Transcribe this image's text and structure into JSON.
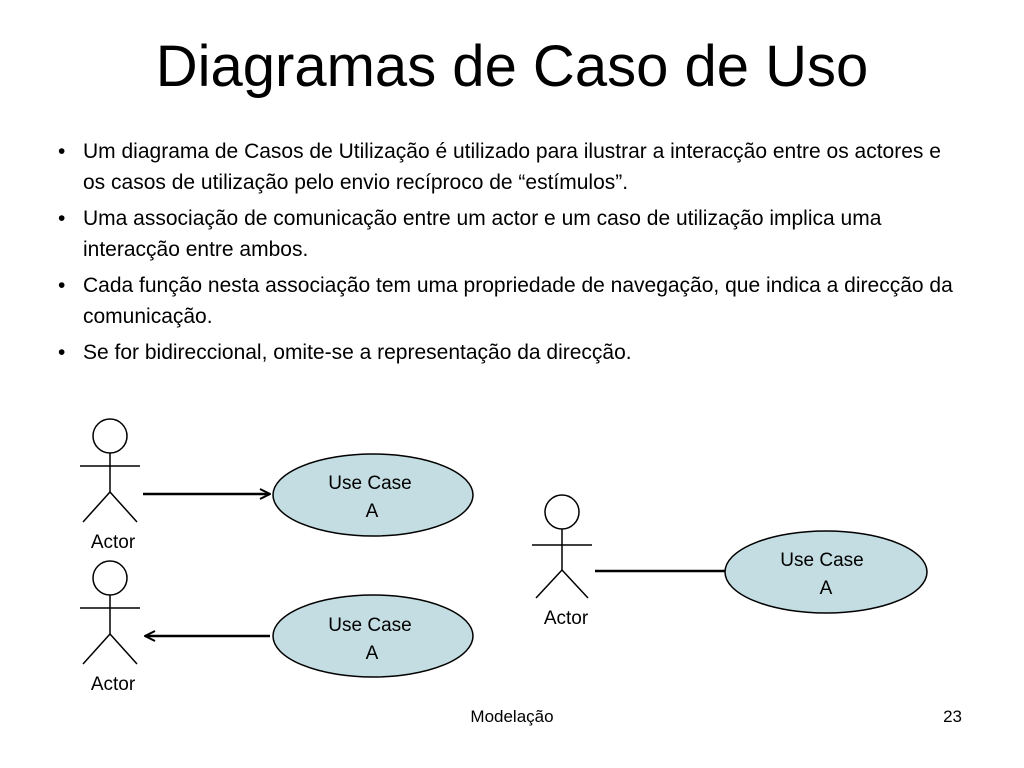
{
  "slide": {
    "title": "Diagramas de Caso de Uso",
    "bullets": [
      "Um diagrama de Casos de Utilização é utilizado para ilustrar a interacção entre os actores e os casos de utilização pelo envio recíproco de “estímulos”.",
      "Uma associação de comunicação entre um actor e um caso de utilização implica uma interacção  entre ambos.",
      "Cada função nesta associação tem uma propriedade de navegação, que indica a direcção da comunicação.",
      "Se for bidireccional, omite-se a representação da direcção."
    ],
    "bullet_symbol": "•"
  },
  "diagram": {
    "colors": {
      "usecase_fill": "#c3dde2",
      "stroke": "#000000"
    },
    "groups": [
      {
        "actor": "Actor",
        "usecase_line1": "Use Case",
        "usecase_line2": "A",
        "direction": "actor-to-usecase"
      },
      {
        "actor": "Actor",
        "usecase_line1": "Use Case",
        "usecase_line2": "A",
        "direction": "usecase-to-actor"
      },
      {
        "actor": "Actor",
        "usecase_line1": "Use Case",
        "usecase_line2": "A",
        "direction": "bidirectional"
      }
    ]
  },
  "footer": {
    "center": "Modelação",
    "page_number": "23"
  }
}
